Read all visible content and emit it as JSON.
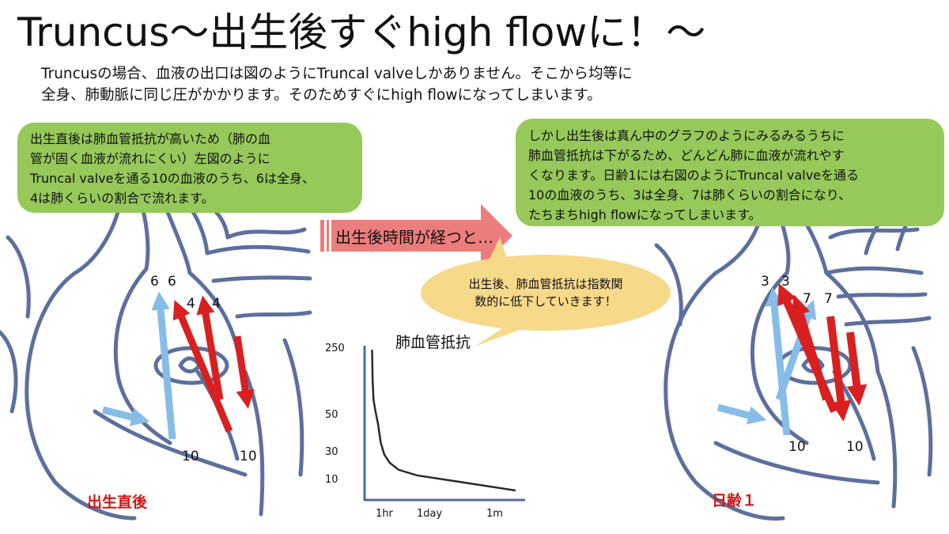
{
  "title": "Truncus〜出生後すぐhigh flowに！〜",
  "intro": {
    "line1": "Truncusの場合、血液の出口は図のようにTruncal valveしかありません。そこから均等に",
    "line2": "全身、肺動脈に同じ圧がかかります。そのためすぐにhigh flowになってしまいます。"
  },
  "left_box": {
    "line1": "出生直後は肺血管抵抗が高いため（肺の血",
    "line2": "管が固く血液が流れにくい）左図のように",
    "line3": "Truncal valveを通る10の血液のうち、6は全身、",
    "line4": "4は肺くらいの割合で流れます。"
  },
  "right_box": {
    "line1": "しかし出生後は真ん中のグラフのようにみるみるうちに",
    "line2": "肺血管抵抗は下がるため、どんどん肺に血液が流れやす",
    "line3": "くなります。日齢1には右図のようにTruncal valveを通る",
    "line4": "10の血液のうち、3は全身、7は肺くらいの割合になり、",
    "line5": "たちまちhigh flowになってしまいます。"
  },
  "time_arrow_label": "出生後時間が経つと…",
  "bubble": {
    "line1": "出生後、肺血管抵抗は指数関",
    "line2": "数的に低下していきます！"
  },
  "left_heart": {
    "caption": "出生直後",
    "systemic_1": "6",
    "systemic_2": "6",
    "pulmonary_1": "4",
    "pulmonary_2": "4",
    "inflow_left": "10",
    "inflow_right": "10"
  },
  "right_heart": {
    "caption": "日齢１",
    "systemic_1": "3",
    "systemic_2": "3",
    "pulmonary_1": "7",
    "pulmonary_2": "7",
    "inflow_left": "10",
    "inflow_right": "10"
  },
  "chart_data": {
    "type": "line",
    "title": "肺血管抵抗",
    "xlabel": "",
    "ylabel": "",
    "yticks": [
      "250",
      "50",
      "30",
      "10"
    ],
    "xticks": [
      "1hr",
      "1day",
      "1m"
    ],
    "series": [
      {
        "x": [
          0.02,
          0.05,
          0.1,
          0.2,
          0.35,
          0.5,
          0.7,
          1.0,
          1.5,
          2.5,
          4,
          6,
          8
        ],
        "y": [
          245,
          160,
          95,
          62,
          45,
          35,
          28,
          22,
          17,
          13,
          10,
          8,
          6
        ]
      }
    ],
    "grid": false,
    "colors": {
      "line": "#2a2a2a",
      "axis": "#4f6aa8"
    }
  },
  "colors": {
    "green_box": "#96c85a",
    "heart_outline": "#5c6f9e",
    "blue_arrow": "#86bde8",
    "red_arrow": "#d82020",
    "time_arrow": "#ec7d7d",
    "bubble": "#f7d98a",
    "caption": "#d01818"
  }
}
